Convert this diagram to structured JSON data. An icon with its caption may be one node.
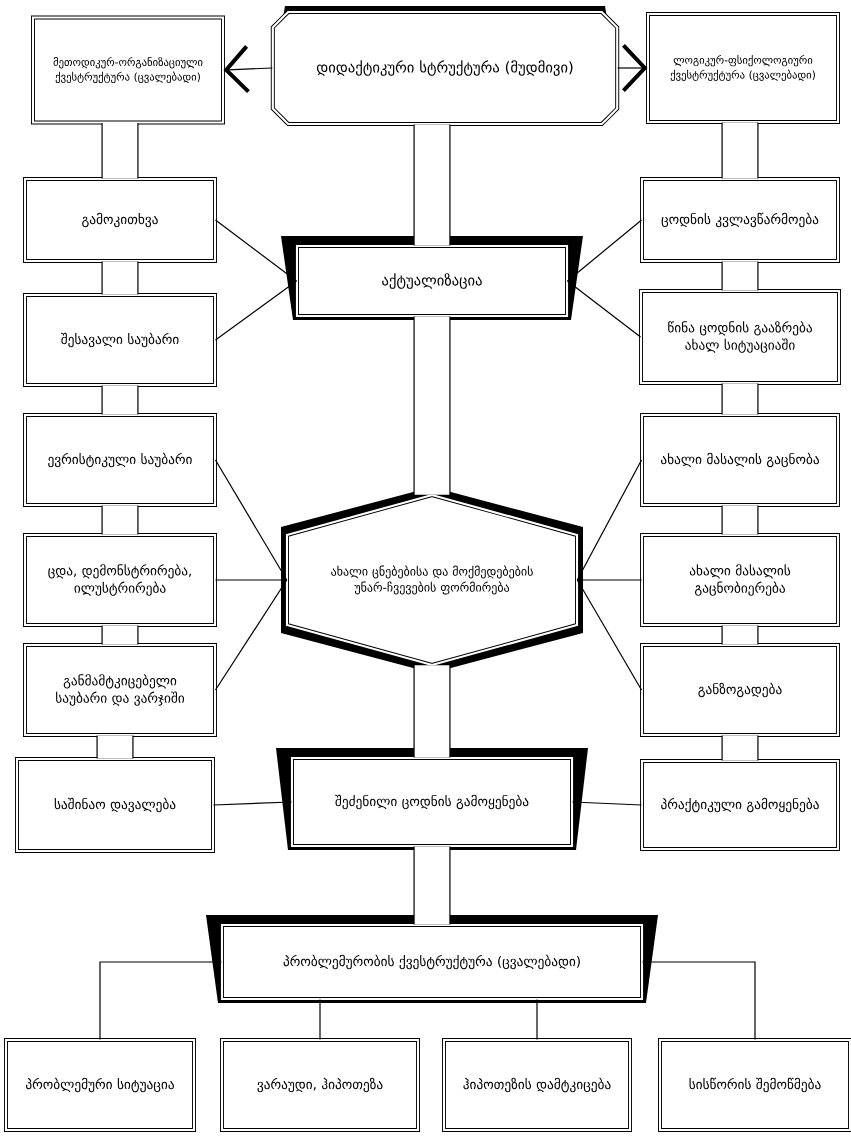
{
  "diagram": {
    "nodes": [
      {
        "text": [
          "დიდაქტიკური სტრუქტურა (მუდმივი)"
        ]
      },
      {
        "text": [
          "მეთოდიკურ-ორგანიზაციული ქვესტრუქტურა (ცვალებადი)"
        ]
      },
      {
        "text": [
          "ლოგიკურ-ფსიქოლოგიური ქვესტრუქტურა (ცვალებადი)"
        ]
      },
      {
        "text": [
          "გამოკითხვა"
        ]
      },
      {
        "text": [
          "ცოდნის კვლავწარმოება"
        ]
      },
      {
        "text": [
          "აქტუალიზაცია"
        ]
      },
      {
        "text": [
          "შესავალი საუბარი"
        ]
      },
      {
        "text": [
          "წინა ცოდნის გააზრება ახალ სიტუაციაში"
        ]
      },
      {
        "text": [
          "ევრისტიკული საუბარი"
        ]
      },
      {
        "text": [
          "ახალი მასალის გაცნობა"
        ]
      },
      {
        "text": [
          "ახალი ცნებებისა და მოქმედებების უნარ-ჩვევების ფორმირება"
        ]
      },
      {
        "text": [
          "ცდა, დემონსტრირება, ილუსტრირება"
        ]
      },
      {
        "text": [
          "ახალი მასალის გაცნობიერება"
        ]
      },
      {
        "text": [
          "განმამტკიცებელი საუბარი და ვარჯიში"
        ]
      },
      {
        "text": [
          "განზოგადება"
        ]
      },
      {
        "text": [
          "საშინაო დავალება"
        ]
      },
      {
        "text": [
          "შეძენილი ცოდნის გამოყენება"
        ]
      },
      {
        "text": [
          "პრაქტიკული გამოყენება"
        ]
      },
      {
        "text": [
          "პრობლემურობის ქვესტრუქტურა (ცვალებადი)"
        ]
      },
      {
        "text": [
          "პრობლემური სიტუაცია"
        ]
      },
      {
        "text": [
          "ვარაუდი, ჰიპოთეზა"
        ]
      },
      {
        "text": [
          "ჰიპოთეზის დამტკიცება"
        ]
      },
      {
        "text": [
          "სისწორის შემოწმება"
        ]
      }
    ],
    "edges": [
      {
        "from": 0,
        "to": 1,
        "arrow": "to"
      },
      {
        "from": 0,
        "to": 2,
        "arrow": "to"
      },
      {
        "from": 0,
        "to": 5,
        "arrow": "none",
        "style": "thick"
      },
      {
        "from": 1,
        "to": 3,
        "arrow": "none",
        "style": "thick"
      },
      {
        "from": 3,
        "to": 6,
        "arrow": "none",
        "style": "thick"
      },
      {
        "from": 6,
        "to": 8,
        "arrow": "none",
        "style": "thick"
      },
      {
        "from": 8,
        "to": 11,
        "arrow": "none",
        "style": "thick"
      },
      {
        "from": 11,
        "to": 13,
        "arrow": "none",
        "style": "thick"
      },
      {
        "from": 13,
        "to": 15,
        "arrow": "none",
        "style": "thick"
      },
      {
        "from": 2,
        "to": 4,
        "arrow": "none",
        "style": "thick"
      },
      {
        "from": 4,
        "to": 7,
        "arrow": "none",
        "style": "thick"
      },
      {
        "from": 7,
        "to": 9,
        "arrow": "none",
        "style": "thick"
      },
      {
        "from": 9,
        "to": 12,
        "arrow": "none",
        "style": "thick"
      },
      {
        "from": 12,
        "to": 14,
        "arrow": "none",
        "style": "thick"
      },
      {
        "from": 14,
        "to": 17,
        "arrow": "none",
        "style": "thick"
      },
      {
        "from": 3,
        "to": 5,
        "arrow": "none"
      },
      {
        "from": 6,
        "to": 5,
        "arrow": "none"
      },
      {
        "from": 4,
        "to": 5,
        "arrow": "none"
      },
      {
        "from": 7,
        "to": 5,
        "arrow": "none"
      },
      {
        "from": 5,
        "to": 10,
        "arrow": "none",
        "style": "thick"
      },
      {
        "from": 8,
        "to": 10,
        "arrow": "none"
      },
      {
        "from": 11,
        "to": 10,
        "arrow": "none"
      },
      {
        "from": 13,
        "to": 10,
        "arrow": "none"
      },
      {
        "from": 9,
        "to": 10,
        "arrow": "none"
      },
      {
        "from": 12,
        "to": 10,
        "arrow": "none"
      },
      {
        "from": 14,
        "to": 10,
        "arrow": "none"
      },
      {
        "from": 10,
        "to": 16,
        "arrow": "none",
        "style": "thick"
      },
      {
        "from": 15,
        "to": 16,
        "arrow": "none"
      },
      {
        "from": 16,
        "to": 17,
        "arrow": "none"
      },
      {
        "from": 16,
        "to": 18,
        "arrow": "none",
        "style": "thick"
      },
      {
        "from": 18,
        "to": 19,
        "arrow": "none"
      },
      {
        "from": 18,
        "to": 20,
        "arrow": "none"
      },
      {
        "from": 18,
        "to": 21,
        "arrow": "none"
      },
      {
        "from": 18,
        "to": 22,
        "arrow": "none"
      }
    ]
  }
}
